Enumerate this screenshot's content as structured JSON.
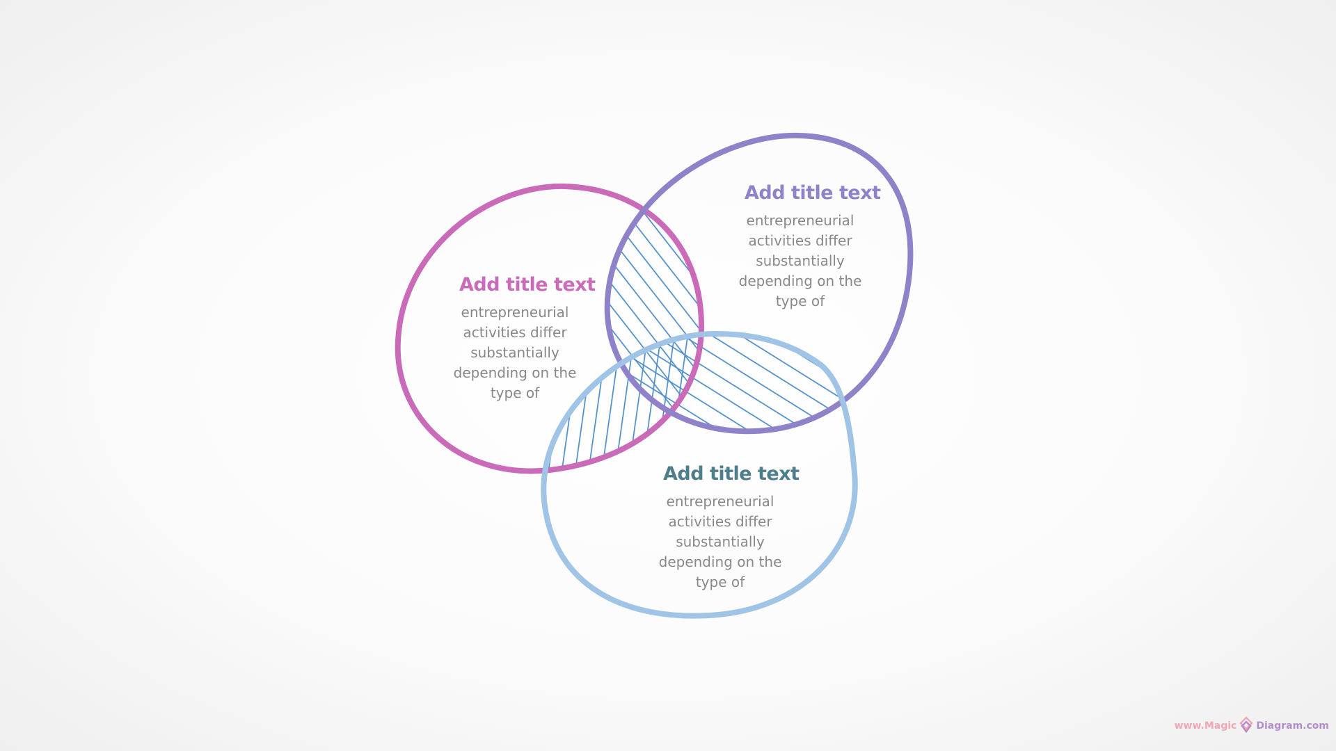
{
  "circles": [
    {
      "title": "Add title text",
      "body": "entrepreneurial activities differ substantially depending on the type of",
      "color": "#c96bb8"
    },
    {
      "title": "Add title text",
      "body": "entrepreneurial activities differ substantially depending on the type of",
      "color": "#8f82c8"
    },
    {
      "title": "Add title text",
      "body": "entrepreneurial activities differ substantially depending on the type of",
      "color": "#a0c4e6",
      "title_color": "#4e7d8c"
    }
  ],
  "hatch_color": "#4f8fca",
  "watermark": {
    "prefix": "www.Magic",
    "suffix": "Diagram.com",
    "icon": "diamond-logo-icon",
    "color_prefix": "#f29aab",
    "color_suffix": "#a97ec4"
  }
}
